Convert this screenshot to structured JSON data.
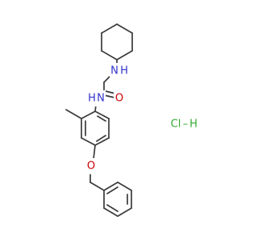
{
  "colors": {
    "bond": "#3b3b3b",
    "carbon": "#3b3b3b",
    "nitrogen": "#3333cc",
    "oxygen": "#cc0000",
    "chlorine": "#33aa33"
  },
  "labels": {
    "amine_n": "N",
    "amine_h": "H",
    "amide_n": "N",
    "amide_h": "H",
    "carbonyl_o": "O",
    "ether_o": "O",
    "salt_cl": "Cl",
    "salt_h": "H",
    "salt_dash": "–"
  }
}
